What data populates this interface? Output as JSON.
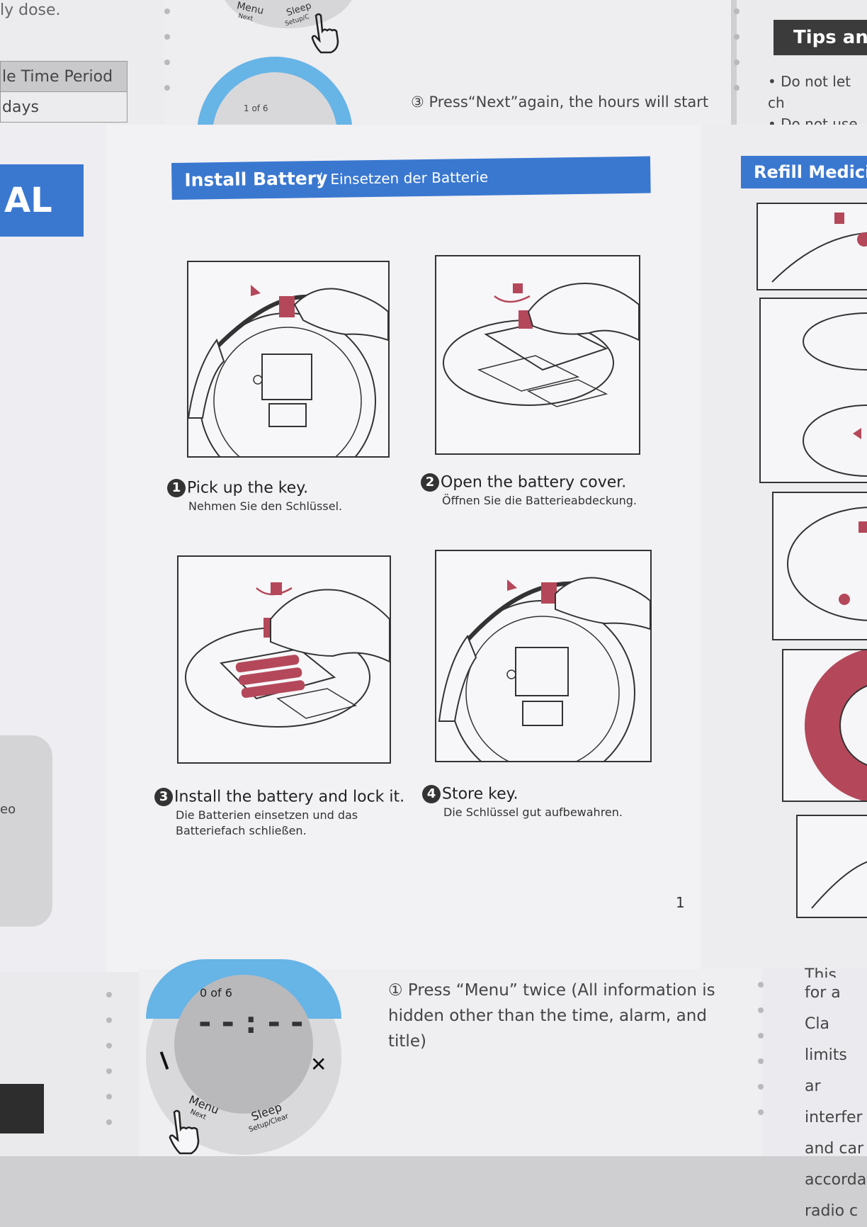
{
  "top": {
    "dose_text": "ly dose.",
    "table_rows": [
      "le Time Period",
      "days"
    ],
    "dial_menu": "Menu",
    "dial_next": "Next",
    "dial_sleep": "Sleep",
    "dial_setup": "Setup/C",
    "dial_count": "1 of 6",
    "press_next": "③ Press“Next”again, the hours will start",
    "tips_header": "Tips and",
    "tips": [
      "• Do not let ch",
      "• Do not use a"
    ]
  },
  "left_page": {
    "banner": "AL",
    "eo_text": "eo"
  },
  "header": {
    "title": "Install Battery",
    "separator": "/",
    "subtitle": "Einsetzen der Batterie"
  },
  "steps": [
    {
      "num": "1",
      "title": "Pick up the key.",
      "subtitle": "Nehmen Sie den Schlüssel."
    },
    {
      "num": "2",
      "title": "Open the battery cover.",
      "subtitle": "Öffnen Sie die Batterieabdeckung."
    },
    {
      "num": "3",
      "title": "Install the battery and lock it.",
      "subtitle": "Die Batterien einsetzen und das\nBatteriefach schließen."
    },
    {
      "num": "4",
      "title": "Store key.",
      "subtitle": "Die Schlüssel gut aufbewahren."
    }
  ],
  "page_number": "1",
  "right_page": {
    "header": "Refill Medici"
  },
  "bottom": {
    "dial_count": "0 of 6",
    "dial_time": "--:--",
    "dial_menu": "Menu",
    "dial_next": "Next",
    "dial_sleep": "Sleep",
    "dial_setup": "Setup/Clear",
    "menu_text": "① Press “Menu” twice (All information is hidden other than the time, alarm, and title)",
    "right_lines": [
      "This equ",
      "for a Cla",
      "limits ar",
      "interfer",
      "and car",
      "accorda",
      "radio c"
    ]
  },
  "colors": {
    "accent_blue": "#3a78d0",
    "accent_red": "#b4485a",
    "ink": "#333333"
  }
}
